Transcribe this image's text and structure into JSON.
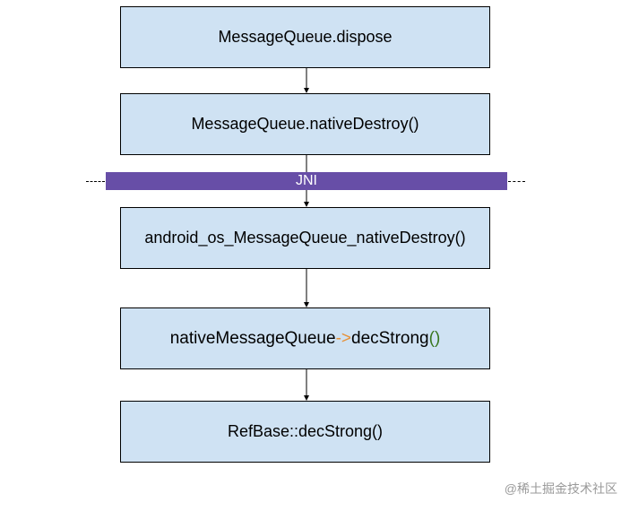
{
  "diagram": {
    "boxes": [
      {
        "label": "MessageQueue.dispose"
      },
      {
        "label": "MessageQueue.nativeDestroy()"
      },
      {
        "label": "android_os_MessageQueue_nativeDestroy()"
      },
      {
        "label_parts": {
          "name": "nativeMessageQueue",
          "arrow": "->",
          "method": "decStrong",
          "parens": "()"
        }
      },
      {
        "label": "RefBase::decStrong()"
      }
    ],
    "jni_label": "JNI",
    "colors": {
      "box_fill": "#cfe2f3",
      "box_border": "#000000",
      "jni_band": "#674ea7",
      "jni_text": "#ffffff",
      "arrow_operator": "#e69138",
      "parens": "#38761d"
    }
  },
  "watermark": "@稀土掘金技术社区"
}
